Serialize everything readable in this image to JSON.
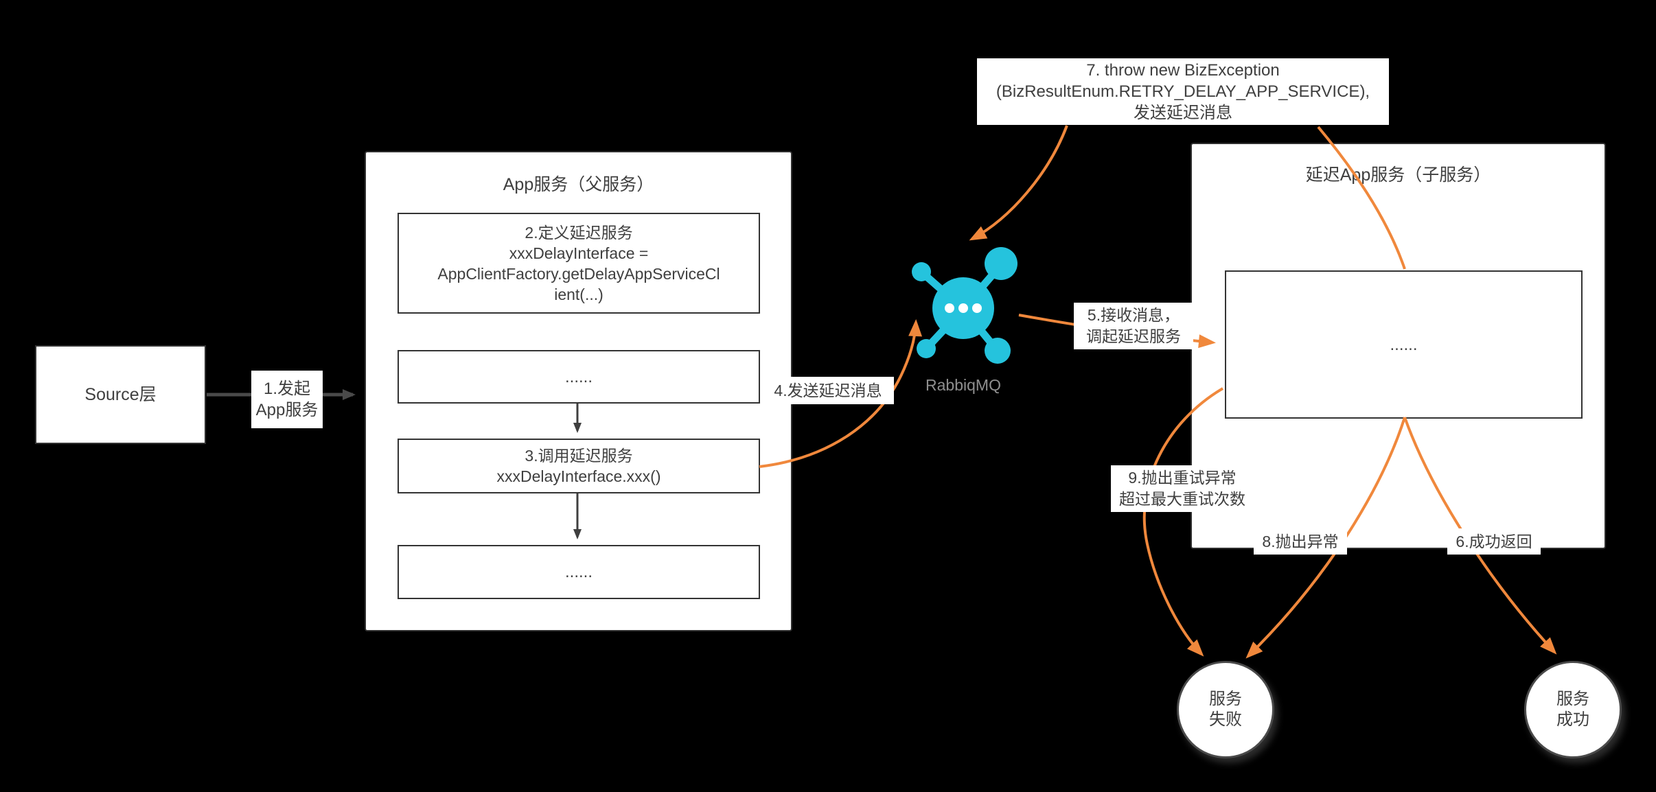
{
  "diagram": {
    "source_box": {
      "label": "Source层"
    },
    "parent_service": {
      "title": "App服务（父服务）",
      "step2_lines": [
        "2.定义延迟服务",
        "xxxDelayInterface =",
        "AppClientFactory.getDelayAppServiceCl",
        "ient(...)"
      ],
      "ellipsis_top": "......",
      "step3_lines": [
        "3.调用延迟服务",
        "xxxDelayInterface.xxx()"
      ],
      "ellipsis_bottom": "......"
    },
    "rabbitmq": {
      "label": "RabbiqMQ"
    },
    "exception_box_lines": [
      "7. throw new BizException",
      "(BizResultEnum.RETRY_DELAY_APP_SERVICE),",
      "发送延迟消息"
    ],
    "child_service": {
      "title": "延迟App服务（子服务）",
      "inner_label": "......"
    },
    "fail_circle_lines": [
      "服务",
      "失败"
    ],
    "success_circle_lines": [
      "服务",
      "成功"
    ],
    "labels": {
      "step1_lines": [
        "1.发起",
        "App服务"
      ],
      "step4": "4.发送延迟消息",
      "step5_lines": [
        "5.接收消息，",
        "调起延迟服务"
      ],
      "step6": "6.成功返回",
      "step8": "8.抛出异常",
      "step9_lines": [
        "9.抛出重试异常",
        "超过最大重试次数"
      ]
    },
    "colors": {
      "background": "#000000",
      "node_fill": "#ffffff",
      "node_border": "#333333",
      "text": "#3f3f3f",
      "flow_orange": "#f0883c",
      "flow_dark": "#4a4a4a",
      "rabbitmq_cyan": "#25c3dd",
      "rabbitmq_label": "#8f8f8f"
    }
  }
}
